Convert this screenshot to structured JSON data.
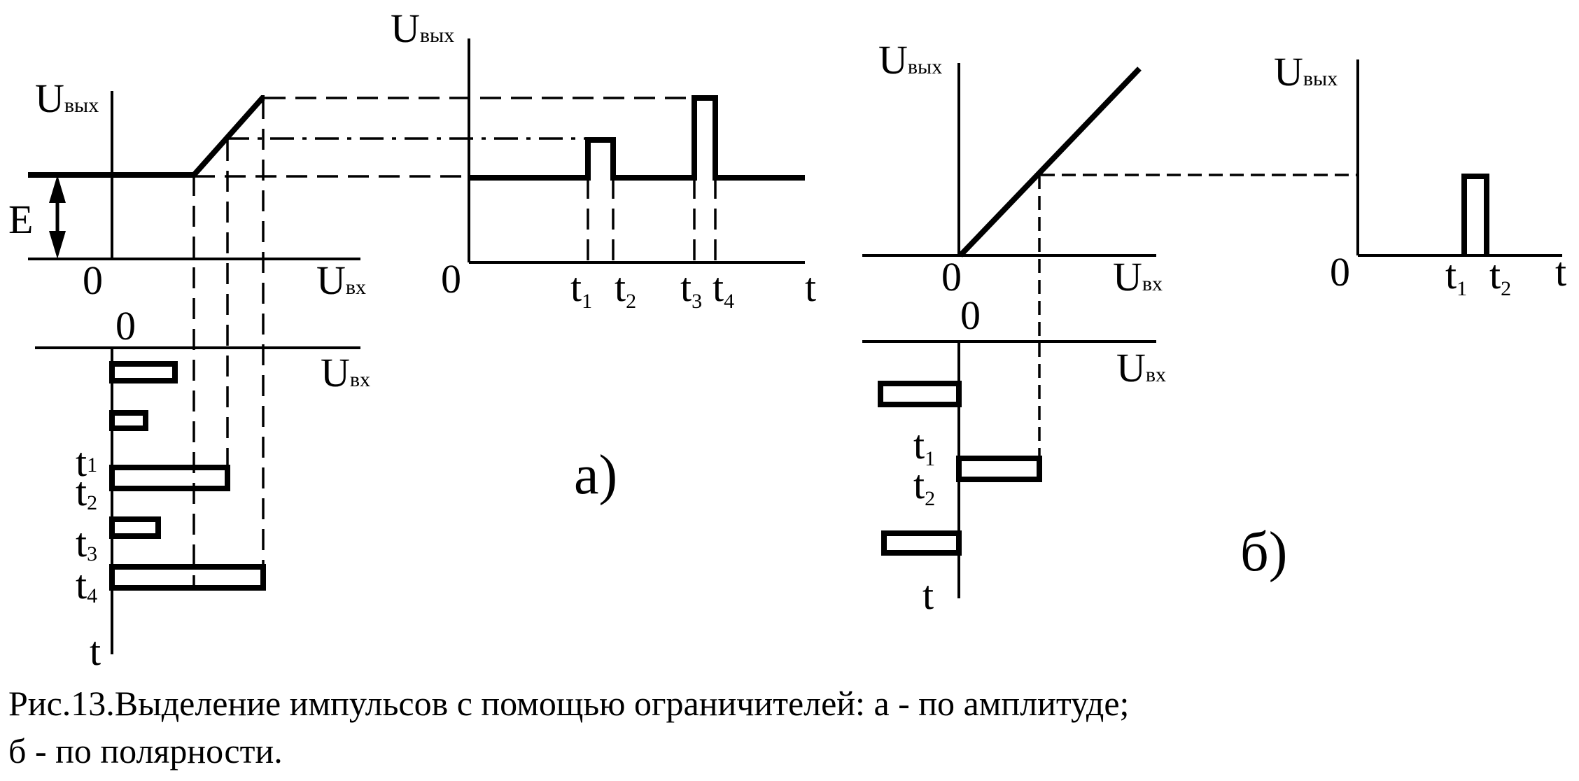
{
  "labels": {
    "u_out_main": "U",
    "u_out_sub": "вых",
    "u_in_main": "U",
    "u_in_sub": "вх",
    "zero": "0",
    "t": "t",
    "t_main": "t",
    "e": "E",
    "sub_1": "1",
    "sub_2": "2",
    "sub_3": "3",
    "sub_4": "4",
    "panel_a": "а)",
    "panel_b": "б)"
  },
  "caption": {
    "line1": "Рис.13.Выделение импульсов с помощью ограничителей: а - по амплитуде;",
    "line2": "б - по полярности."
  }
}
